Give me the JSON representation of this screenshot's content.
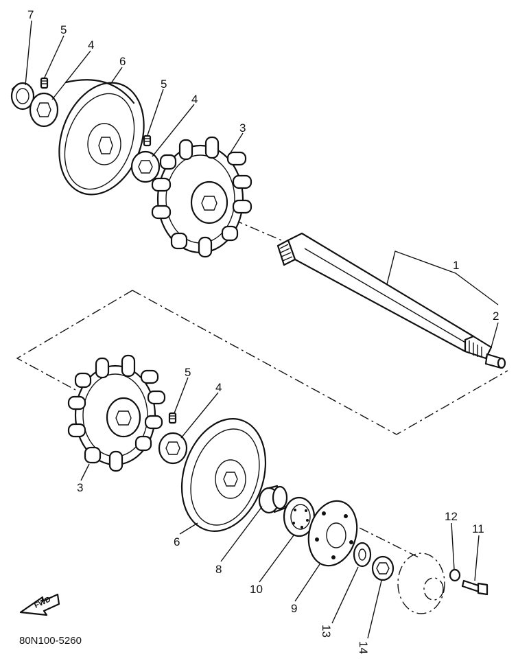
{
  "diagram": {
    "part_code": "80N100-5260",
    "fwd_label": "FWD",
    "callouts": {
      "c7": "7",
      "c5a": "5",
      "c4a": "4",
      "c6a": "6",
      "c5b": "5",
      "c4b": "4",
      "c3a": "3",
      "c1": "1",
      "c2": "2",
      "c5c": "5",
      "c4c": "4",
      "c3b": "3",
      "c6b": "6",
      "c8": "8",
      "c10": "10",
      "c9": "9",
      "c13": "13",
      "c14": "14",
      "c12": "12",
      "c11": "11"
    }
  }
}
